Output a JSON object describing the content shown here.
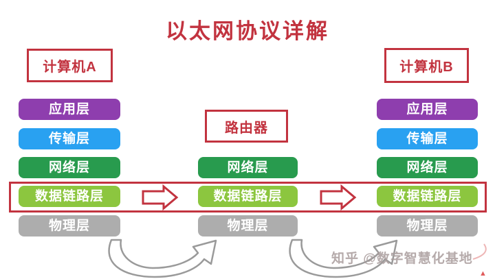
{
  "title": "以太网协议详解",
  "nodes": {
    "computer_a": {
      "label": "计算机A"
    },
    "router": {
      "label": "路由器"
    },
    "computer_b": {
      "label": "计算机B"
    }
  },
  "columns": [
    {
      "name": "计算机A",
      "layers": [
        {
          "label": "应用层",
          "color": "#8e3eae"
        },
        {
          "label": "传输层",
          "color": "#29a1f1"
        },
        {
          "label": "网络层",
          "color": "#289b4e"
        },
        {
          "label": "数据链路层",
          "color": "#8cc63f"
        },
        {
          "label": "物理层",
          "color": "#adadad"
        }
      ]
    },
    {
      "name": "路由器",
      "layers": [
        {
          "label": "网络层",
          "color": "#289b4e"
        },
        {
          "label": "数据链路层",
          "color": "#8cc63f"
        },
        {
          "label": "物理层",
          "color": "#adadad"
        }
      ]
    },
    {
      "name": "计算机B",
      "layers": [
        {
          "label": "应用层",
          "color": "#8e3eae"
        },
        {
          "label": "传输层",
          "color": "#29a1f1"
        },
        {
          "label": "网络层",
          "color": "#289b4e"
        },
        {
          "label": "数据链路层",
          "color": "#8cc63f"
        },
        {
          "label": "物理层",
          "color": "#adadad"
        }
      ]
    }
  ],
  "highlight": {
    "layer": "数据链路层",
    "border_color": "#c2333f"
  },
  "accent_red": "#c2333f",
  "arrow_gray": "#9a9a9a",
  "watermark": {
    "text": "知乎 @数字智慧化基地"
  },
  "corner_mark": "▲"
}
